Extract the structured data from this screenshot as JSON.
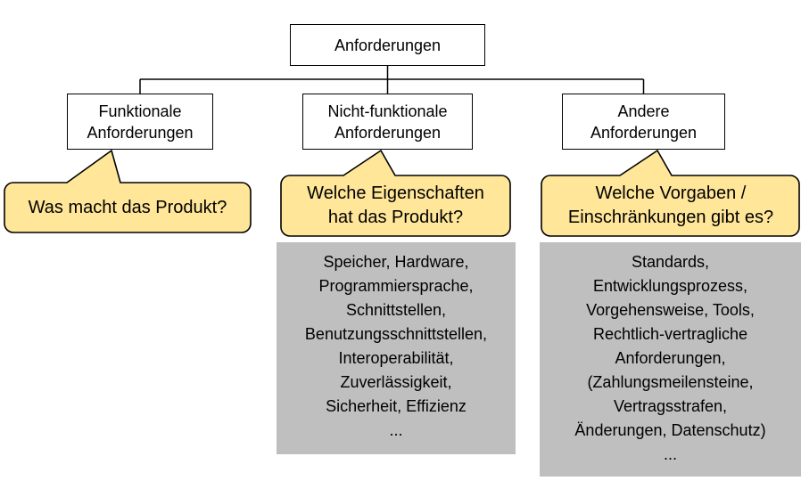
{
  "diagram": {
    "root_label": "Anforderungen",
    "nodes": [
      {
        "lines": [
          "Funktionale",
          "Anforderungen"
        ]
      },
      {
        "lines": [
          "Nicht-funktionale",
          "Anforderungen"
        ]
      },
      {
        "lines": [
          "Andere",
          "Anforderungen"
        ]
      }
    ],
    "callouts": [
      {
        "lines": [
          "Was macht das Produkt?"
        ]
      },
      {
        "lines": [
          "Welche Eigenschaften",
          "hat das Produkt?"
        ]
      },
      {
        "lines": [
          "Welche Vorgaben /",
          "Einschränkungen gibt es?"
        ]
      }
    ],
    "details": [
      {
        "lines": [
          "Speicher, Hardware,",
          "Programmiersprache,",
          "Schnittstellen,",
          "Benutzungsschnittstellen,",
          "Interoperabilität,",
          "Zuverlässigkeit,",
          "Sicherheit, Effizienz",
          "..."
        ]
      },
      {
        "lines": [
          "Standards,",
          "Entwicklungsprozess,",
          "Vorgehensweise, Tools,",
          "Rechtlich-vertragliche",
          "Anforderungen,",
          "(Zahlungsmeilensteine,",
          "Vertragsstrafen,",
          "Änderungen, Datenschutz)",
          "..."
        ]
      }
    ],
    "colors": {
      "callout_fill": "#FFE699",
      "detail_fill": "#BFBFBF",
      "line": "#000000",
      "box_border": "#000000",
      "background": "#FFFFFF"
    }
  }
}
